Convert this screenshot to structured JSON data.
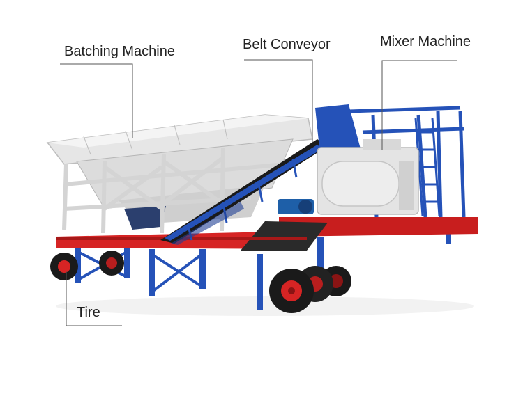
{
  "labels": {
    "batching_machine": "Batching Machine",
    "belt_conveyor": "Belt Conveyor",
    "mixer_machine": "Mixer Machine",
    "tire": "Tire"
  },
  "colors": {
    "chassis_red": "#d62424",
    "frame_blue": "#2552b8",
    "hopper_white": "#e6e6e6",
    "belt_black": "#1a1a1a",
    "leader_line": "#555555"
  }
}
